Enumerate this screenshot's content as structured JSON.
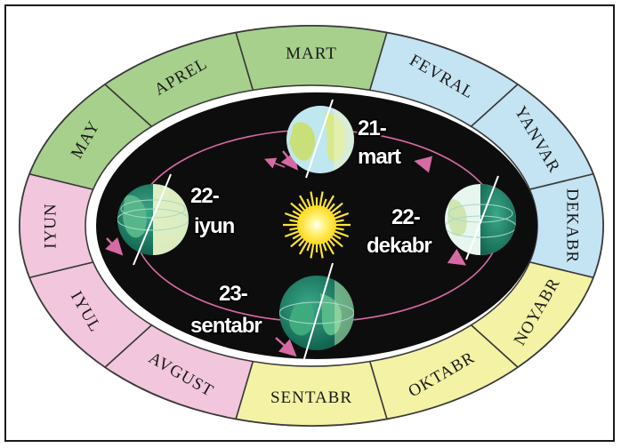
{
  "months": [
    {
      "label": "MART",
      "color": "#a7d08c"
    },
    {
      "label": "FEVRAL",
      "color": "#c4e3f3"
    },
    {
      "label": "YANVAR",
      "color": "#c4e3f3"
    },
    {
      "label": "DEKABR",
      "color": "#c4e3f3"
    },
    {
      "label": "NOYABR",
      "color": "#f4f2a4"
    },
    {
      "label": "OKTABR",
      "color": "#f4f2a4"
    },
    {
      "label": "SENTABR",
      "color": "#f4f2a4"
    },
    {
      "label": "AVGUST",
      "color": "#f2c6dc"
    },
    {
      "label": "IYUL",
      "color": "#f2c6dc"
    },
    {
      "label": "IYUN",
      "color": "#f2c6dc"
    },
    {
      "label": "MAY",
      "color": "#a7d08c"
    },
    {
      "label": "APREL",
      "color": "#a7d08c"
    }
  ],
  "dates": {
    "march": {
      "day": "21-",
      "month": "mart"
    },
    "june": {
      "day": "22-",
      "month": "iyun"
    },
    "september": {
      "day": "23-",
      "month": "sentabr"
    },
    "december": {
      "day": "22-",
      "month": "dekabr"
    }
  },
  "colors": {
    "orbit_background": "#0e0d0d",
    "orbit_arrow": "#d66aa3",
    "sun": "#ffe433",
    "earth_ocean": "#1f8f74",
    "earth_land": "#bfe26a",
    "earth_light": "#eef7c9"
  }
}
